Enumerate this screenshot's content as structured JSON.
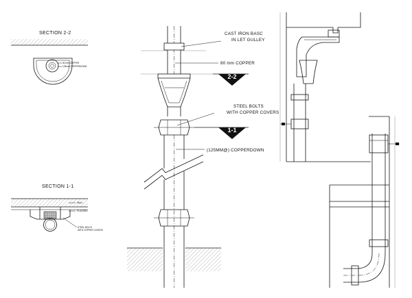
{
  "section_2_2": {
    "title": "SECTION 2-2",
    "note_line_1": "80 mm COPPER",
    "note_line_2": "125mm COPPERDOWN"
  },
  "section_1_1": {
    "title": "SECTION 1-1",
    "label_wall": "WALL",
    "label_plugged": "PLUGGED",
    "label_bolts_1": "STEEL BOLTS",
    "label_bolts_2": "WITH COPPER COVERS"
  },
  "elevation": {
    "gulley_line_1": "CAST IRON BASC",
    "gulley_line_2": "IN LET GULLEY",
    "copper_80": "80 mm COPPER",
    "marker_upper": "2-2",
    "bolts_line_1": "STEEL BOLTS",
    "bolts_line_2": "WITH COPPER COVERS",
    "marker_lower": "1-1",
    "copperdown": "(125MM@) COPPERDOWN"
  },
  "colors": {
    "line": "#111111",
    "hatch": "#8a8a8a",
    "background": "#ffffff"
  }
}
